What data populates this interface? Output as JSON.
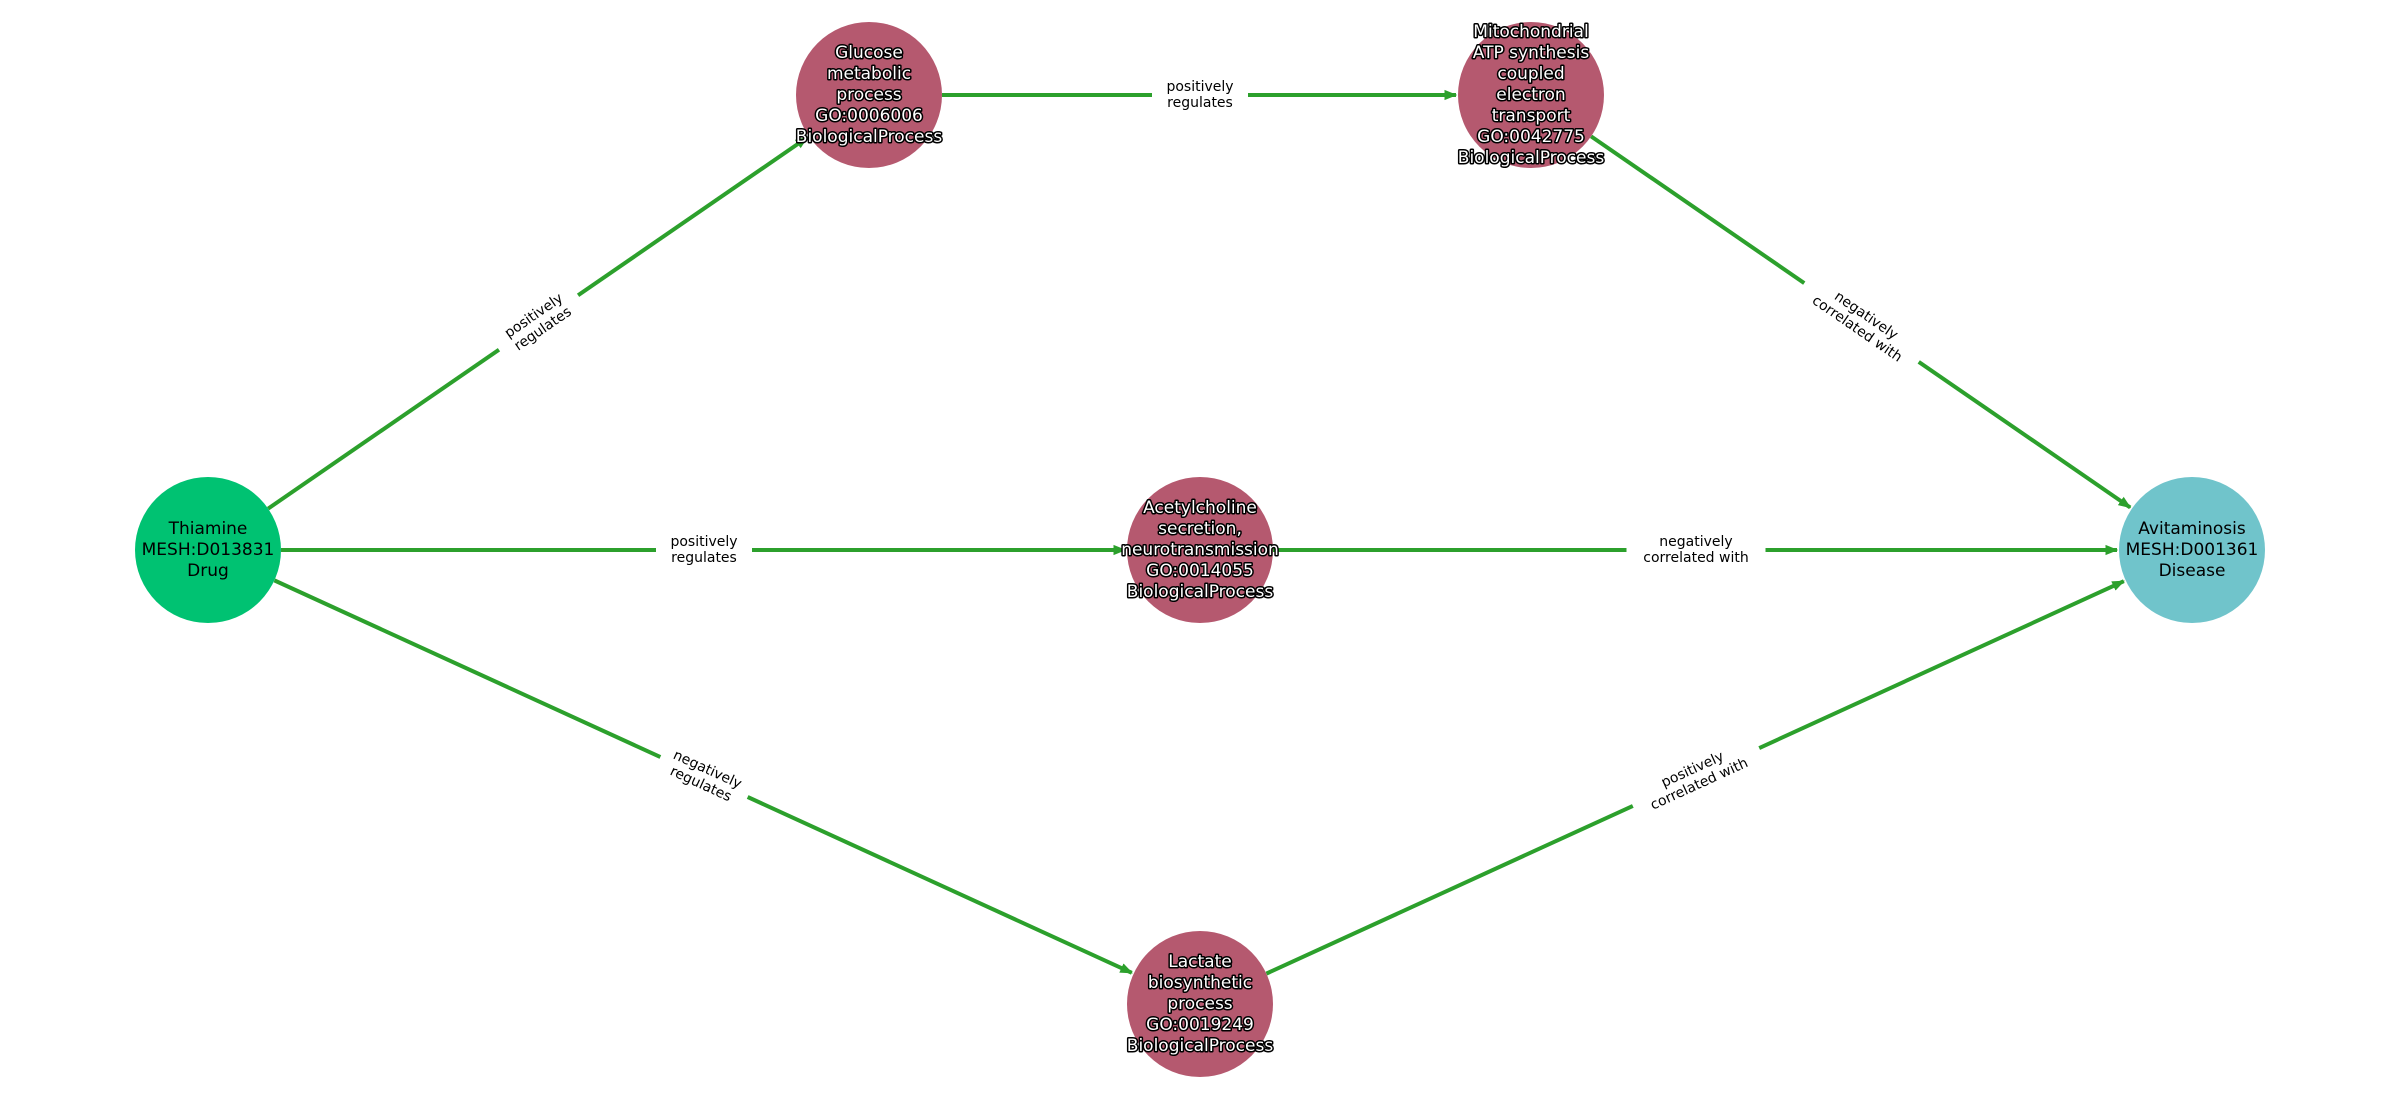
{
  "colors": {
    "edge": "#2ca02c",
    "drug": "#00c272",
    "process": "#b5596f",
    "disease": "#70c4cb"
  },
  "nodes": [
    {
      "id": "thiamine",
      "lines": [
        "Thiamine",
        "MESH:D013831",
        "Drug"
      ],
      "type": "drug"
    },
    {
      "id": "glucose",
      "lines": [
        "Glucose",
        "metabolic",
        "process",
        "GO:0006006",
        "BiologicalProcess"
      ],
      "type": "process"
    },
    {
      "id": "mito",
      "lines": [
        "Mitochondrial",
        "ATP synthesis",
        "coupled",
        "electron",
        "transport",
        "GO:0042775",
        "BiologicalProcess"
      ],
      "type": "process"
    },
    {
      "id": "acetyl",
      "lines": [
        "Acetylcholine",
        "secretion,",
        "neurotransmission",
        "GO:0014055",
        "BiologicalProcess"
      ],
      "type": "process"
    },
    {
      "id": "lactate",
      "lines": [
        "Lactate",
        "biosynthetic",
        "process",
        "GO:0019249",
        "BiologicalProcess"
      ],
      "type": "process"
    },
    {
      "id": "avit",
      "lines": [
        "Avitaminosis",
        "MESH:D001361",
        "Disease"
      ],
      "type": "disease"
    }
  ],
  "edges": [
    {
      "from": "thiamine",
      "to": "glucose",
      "lines": [
        "positively",
        "regulates"
      ]
    },
    {
      "from": "glucose",
      "to": "mito",
      "lines": [
        "positively",
        "regulates"
      ]
    },
    {
      "from": "mito",
      "to": "avit",
      "lines": [
        "negatively",
        "correlated with"
      ]
    },
    {
      "from": "thiamine",
      "to": "acetyl",
      "lines": [
        "positively",
        "regulates"
      ]
    },
    {
      "from": "acetyl",
      "to": "avit",
      "lines": [
        "negatively",
        "correlated with"
      ]
    },
    {
      "from": "thiamine",
      "to": "lactate",
      "lines": [
        "negatively",
        "regulates"
      ]
    },
    {
      "from": "lactate",
      "to": "avit",
      "lines": [
        "positively",
        "correlated with"
      ]
    }
  ]
}
